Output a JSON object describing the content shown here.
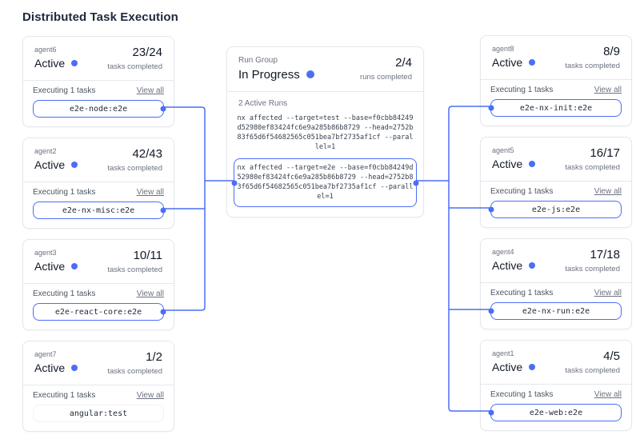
{
  "title": "Distributed Task Execution",
  "colors": {
    "accent": "#4c6ef5",
    "card_border": "#e5e7eb",
    "text_dark": "#111827",
    "text_muted": "#6b7280"
  },
  "labels": {
    "status_active": "Active",
    "tasks_completed": "tasks completed",
    "executing": "Executing 1 tasks",
    "view_all": "View all"
  },
  "run_group": {
    "label": "Run Group",
    "status": "In Progress",
    "progress": "2/4",
    "progress_caption": "runs completed",
    "active_runs": "2 Active Runs",
    "runs": [
      {
        "command": "nx affected --target=test --base=f0cbb84249d52980ef83424fc6e9a285b86b8729 --head=2752b83f65d6f54682565c051bea7bf2735af1cf --parallel=1",
        "highlighted": false
      },
      {
        "command": "nx affected --target=e2e --base=f0cbb84249d52980ef83424fc6e9a285b86b8729 --head=2752b83f65d6f54682565c051bea7bf2735af1cf --parallel=1",
        "highlighted": true
      }
    ]
  },
  "agents": [
    {
      "name": "agent6",
      "status": "Active",
      "progress": "23/24",
      "task": "e2e-node:e2e",
      "task_highlighted": true
    },
    {
      "name": "agent2",
      "status": "Active",
      "progress": "42/43",
      "task": "e2e-nx-misc:e2e",
      "task_highlighted": true
    },
    {
      "name": "agent3",
      "status": "Active",
      "progress": "10/11",
      "task": "e2e-react-core:e2e",
      "task_highlighted": true
    },
    {
      "name": "agent7",
      "status": "Active",
      "progress": "1/2",
      "task": "angular:test",
      "task_highlighted": false
    },
    {
      "name": "agent8",
      "status": "Active",
      "progress": "8/9",
      "task": "e2e-nx-init:e2e",
      "task_highlighted": true
    },
    {
      "name": "agent5",
      "status": "Active",
      "progress": "16/17",
      "task": "e2e-js:e2e",
      "task_highlighted": true
    },
    {
      "name": "agent4",
      "status": "Active",
      "progress": "17/18",
      "task": "e2e-nx-run:e2e",
      "task_highlighted": true
    },
    {
      "name": "agent1",
      "status": "Active",
      "progress": "4/5",
      "task": "e2e-web:e2e",
      "task_highlighted": true
    }
  ]
}
